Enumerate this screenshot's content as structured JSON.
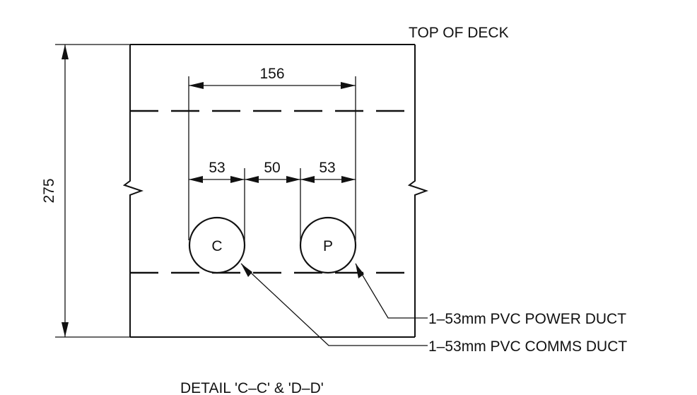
{
  "labels": {
    "top_of_deck": "TOP OF DECK",
    "detail_title": "DETAIL 'C–C' & 'D–D'",
    "power_duct": "1–53mm PVC POWER DUCT",
    "comms_duct": "1–53mm PVC COMMS DUCT"
  },
  "dimensions": {
    "overall_height": "275",
    "overall_width": "156",
    "duct_left": "53",
    "gap": "50",
    "duct_right": "53"
  },
  "ducts": {
    "comms_letter": "C",
    "power_letter": "P"
  }
}
